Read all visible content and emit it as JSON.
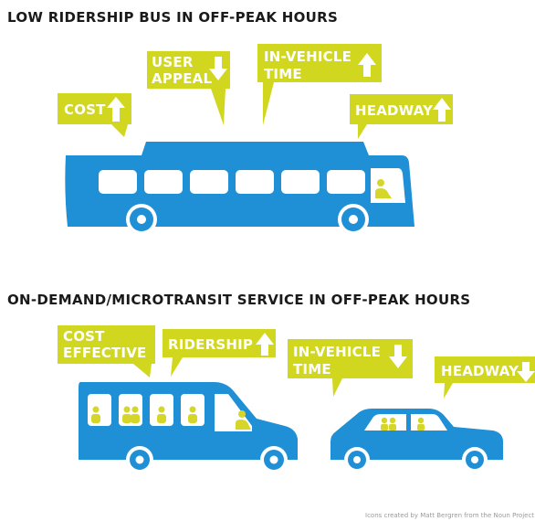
{
  "headings": {
    "top": "LOW RIDERSHIP BUS IN OFF-PEAK HOURS",
    "bottom": "ON-DEMAND/MICROTRANSIT SERVICE IN OFF-PEAK HOURS"
  },
  "top_callouts": {
    "cost": {
      "label": "COST",
      "direction": "up"
    },
    "user_appeal": {
      "line1": "USER",
      "line2": "APPEAL",
      "direction": "down"
    },
    "in_vehicle_time": {
      "line1": "IN-VEHICLE",
      "line2": "TIME",
      "direction": "up"
    },
    "headway": {
      "label": "HEADWAY",
      "direction": "up"
    }
  },
  "bottom_callouts": {
    "cost_effective": {
      "line1": "COST",
      "line2": "EFFECTIVE"
    },
    "ridership": {
      "label": "RIDERSHIP",
      "direction": "up"
    },
    "in_vehicle_time": {
      "line1": "IN-VEHICLE",
      "line2": "TIME",
      "direction": "down"
    },
    "headway": {
      "label": "HEADWAY",
      "direction": "down"
    }
  },
  "credit": "Icons created by Matt Bergren from the Noun Project",
  "colors": {
    "vehicle_blue": "#1f8fd6",
    "callout_yellow": "#d1d61f",
    "passenger_yellow": "#d6d62a",
    "text_dark": "#1a1a1a",
    "window_white": "#ffffff"
  }
}
